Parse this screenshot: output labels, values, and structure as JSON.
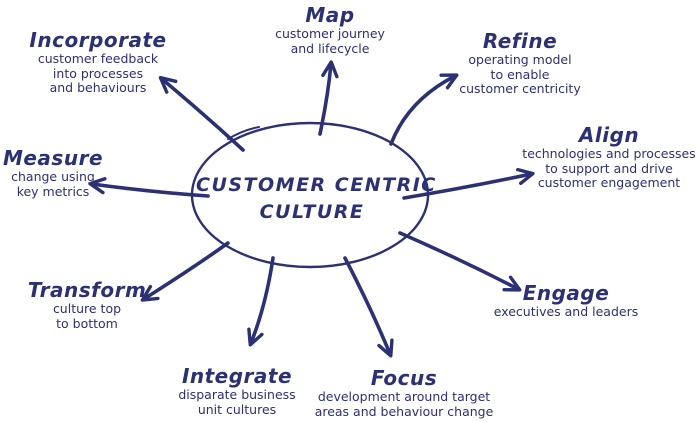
{
  "colors": {
    "ink": "#2b3174",
    "background": "#ffffff"
  },
  "diagram": {
    "center": {
      "line1": "CUSTOMER CENTRIC",
      "line2": "CULTURE"
    },
    "nodes": {
      "map": {
        "title": "Map",
        "desc": [
          "customer journey",
          "and lifecycle"
        ]
      },
      "incorporate": {
        "title": "Incorporate",
        "desc": [
          "customer feedback",
          "into processes",
          "and behaviours"
        ]
      },
      "refine": {
        "title": "Refine",
        "desc": [
          "operating model",
          "to enable",
          "customer centricity"
        ]
      },
      "measure": {
        "title": "Measure",
        "desc": [
          "change using",
          "key metrics"
        ]
      },
      "align": {
        "title": "Align",
        "desc": [
          "technologies and processes",
          "to support and drive",
          "customer engagement"
        ]
      },
      "transform": {
        "title": "Transform",
        "desc": [
          "culture top",
          "to bottom"
        ]
      },
      "integrate": {
        "title": "Integrate",
        "desc": [
          "disparate business",
          "unit cultures"
        ]
      },
      "focus": {
        "title": "Focus",
        "desc": [
          "development around target",
          "areas and behaviour change"
        ]
      },
      "engage": {
        "title": "Engage",
        "desc": [
          "executives and leaders"
        ]
      }
    }
  }
}
